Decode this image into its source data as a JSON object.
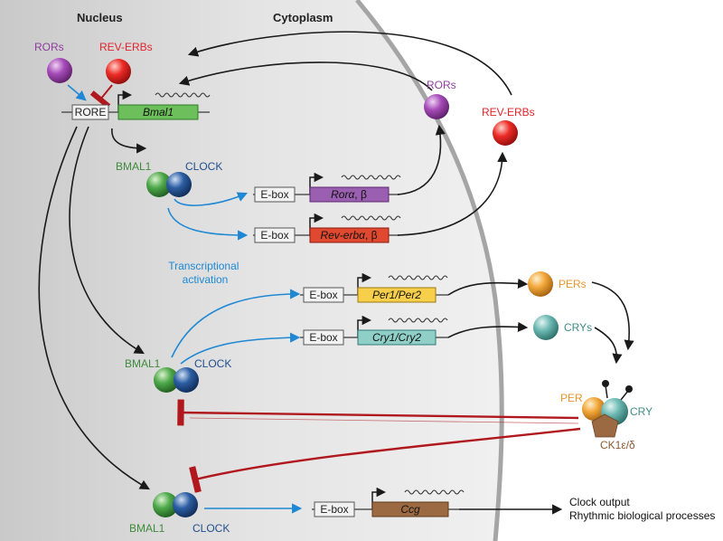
{
  "regions": {
    "nucleus": "Nucleus",
    "cytoplasm": "Cytoplasm"
  },
  "colors": {
    "ror": "#8e3d9e",
    "reverb": "#e3242b",
    "bmal": "#3f8a3b",
    "clock": "#1f4e8c",
    "per": "#e8962a",
    "cry": "#3d8c88",
    "ck1": "#8a5a33",
    "activation": "#1e88d4",
    "repression": "#b0181e",
    "arrow": "#1a1a1a"
  },
  "proteins": {
    "rors_nucleus": "RORs",
    "reverbs_nucleus": "REV-ERBs",
    "rors_cyto": "RORs",
    "reverbs_cyto": "REV-ERBs",
    "bmal1_a": "BMAL1",
    "clock_a": "CLOCK",
    "bmal1_b": "BMAL1",
    "clock_b": "CLOCK",
    "bmal1_c": "BMAL1",
    "clock_c": "CLOCK",
    "pers": "PERs",
    "crys": "CRYs",
    "per": "PER",
    "cry": "CRY",
    "ck1": "CK1ε/δ"
  },
  "elements": {
    "rore": "RORE",
    "ebox_rora": "E-box",
    "ebox_reverb": "E-box",
    "ebox_per": "E-box",
    "ebox_cry": "E-box",
    "ebox_ccg": "E-box"
  },
  "genes": {
    "bmal1": "Bmal1",
    "rora_italic": "Rorα",
    "rora_suffix": ", β",
    "reverb_italic": "Rev-erbα",
    "reverb_suffix": ", β",
    "per": "Per1/Per2",
    "cry": "Cry1/Cry2",
    "ccg": "Ccg"
  },
  "annotations": {
    "transcriptional_1": "Transcriptional",
    "transcriptional_2": "activation",
    "output_1": "Clock output",
    "output_2": "Rhythmic biological processes"
  }
}
